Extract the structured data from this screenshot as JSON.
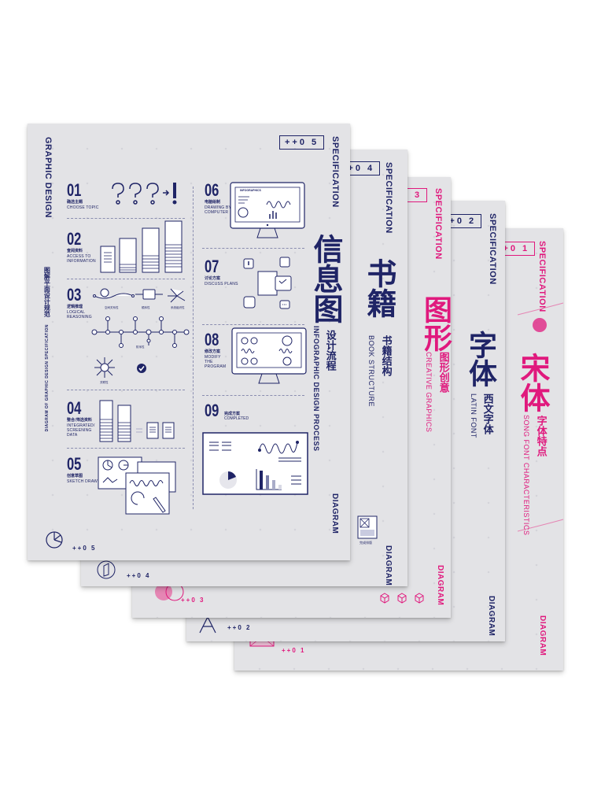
{
  "colors": {
    "navy": "#1f2466",
    "pink": "#e0197d",
    "paper": "#efeff0"
  },
  "cards": [
    {
      "id": "01",
      "badge": "++0 1",
      "spec": "SPECIFICATION",
      "title": "宋体",
      "subtitle": "字体特点",
      "en": "SONG FONT CHARACTERISTICS",
      "diagram": "DIAGRAM",
      "footer": "++0 1",
      "accent": "pink"
    },
    {
      "id": "02",
      "badge": "++0 2",
      "spec": "SPECIFICATION",
      "title": "字体",
      "subtitle": "西文字体",
      "en": "LATIN FONT",
      "diagram": "DIAGRAM",
      "footer": "++0 2",
      "accent": "navy"
    },
    {
      "id": "03",
      "badge": "++0 3",
      "spec": "SPECIFICATION",
      "title": "图形",
      "subtitle": "图形创意",
      "en": "CREATIVE GRAPHICS",
      "diagram": "DIAGRAM",
      "footer": "++0 3",
      "accent": "pink"
    },
    {
      "id": "04",
      "badge": "++0 4",
      "spec": "SPECIFICATION",
      "title": "书籍",
      "subtitle": "书籍结构",
      "en": "BOOK STRUCTURE",
      "diagram": "DIAGRAM",
      "footer": "++0 4",
      "accent": "navy",
      "thumb_label": "完成排版"
    },
    {
      "id": "05",
      "badge": "++0 5",
      "spec": "SPECIFICATION",
      "title": "信息图",
      "subtitle": "设计流程",
      "en": "INFOGRAPHIC DESIGN PROCESS",
      "diagram": "DIAGRAM",
      "footer": "++0 5",
      "accent": "navy",
      "side_title": "GRAPHIC DESIGN",
      "side_cn": "图解平面设计规范",
      "side_en": "DIAGRAM OF GRAPHIC DESIGN SPECIFICATION",
      "steps": [
        {
          "num": "01",
          "cn": "确选主题",
          "en": "CHOOSE TOPIC"
        },
        {
          "num": "02",
          "cn": "查阅资料",
          "en": "ACCESS TO INFORMATION"
        },
        {
          "num": "03",
          "cn": "逻辑推理",
          "en": "LOGICAL REASONING"
        },
        {
          "num": "04",
          "cn": "整合/筛选资料",
          "en": "INTEGRATED/ SCREENING DATA"
        },
        {
          "num": "05",
          "cn": "创意草图",
          "en": "SKETCH DRAWING"
        },
        {
          "num": "06",
          "cn": "电脑绘制",
          "en": "DRAWING BY COMPUTER"
        },
        {
          "num": "07",
          "cn": "讨论方案",
          "en": "DISCUSS PLANS"
        },
        {
          "num": "08",
          "cn": "修改方案",
          "en": "MODIFY THE PROGRAM"
        },
        {
          "num": "09",
          "cn": "完成方案",
          "en": "COMPLETED"
        }
      ],
      "logic_labels": [
        "空间关系性",
        "顺序性",
        "系统组织性",
        "阶序性",
        "关联性"
      ],
      "screen_label": "INFOGRAPHICS"
    }
  ]
}
